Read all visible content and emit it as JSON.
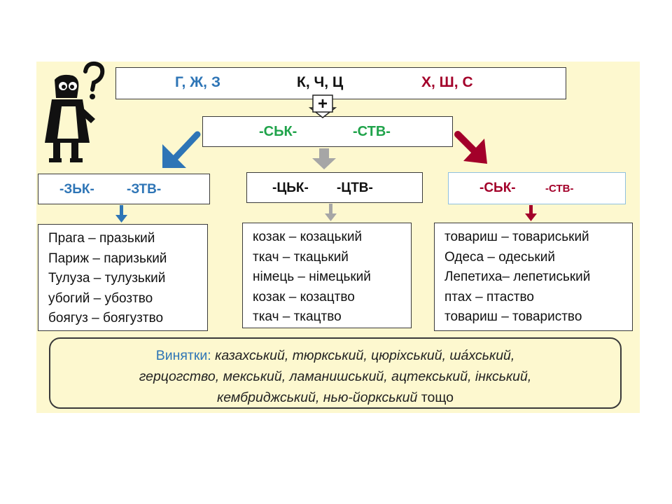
{
  "consonants": {
    "left": "Г, Ж, З",
    "center": "К, Ч, Ц",
    "right": "Х, Ш, С"
  },
  "plus": "+",
  "base_suffixes": {
    "first": "-СЬК-",
    "second": "-СТВ-"
  },
  "result_suffixes": {
    "left": {
      "first": "-ЗЬК-",
      "second": "-ЗТВ-"
    },
    "center": {
      "first": "-ЦЬК-",
      "second": "-ЦТВ-"
    },
    "right": {
      "first": "-СЬК-",
      "second": "-СТВ-"
    }
  },
  "examples": {
    "left": [
      "Прага – празький",
      "Париж – паризький",
      "Тулуза – тулузький",
      "убогий – убозтво",
      "боягуз – боягузтво"
    ],
    "center": [
      "козак – козацький",
      "ткач – ткацький",
      "німець – німецький",
      "козак – козацтво",
      "ткач – ткацтво"
    ],
    "right": [
      "товариш – товариський",
      "Одеса – одеський",
      "Лепетиха– лепетиський",
      "птах – птаство",
      "товариш – товариство"
    ]
  },
  "exceptions": {
    "label": "Винятки:",
    "line1": "казахський, тюркський, цюріхський, ша́хський,",
    "line2": "герцогство, мекський, ламанишський, ацтекський, інкський,",
    "line3_italic": "кембриджський, нью-йоркський",
    "line3_tail": " тощо"
  },
  "colors": {
    "blue": "#2e75b6",
    "green": "#1fa34a",
    "red": "#a3002a",
    "gray": "#a6a6a6",
    "background": "#fdf8cf"
  },
  "icons": {
    "thinking_figure": "confused-figure-icon",
    "question_mark": "question-mark-icon"
  }
}
